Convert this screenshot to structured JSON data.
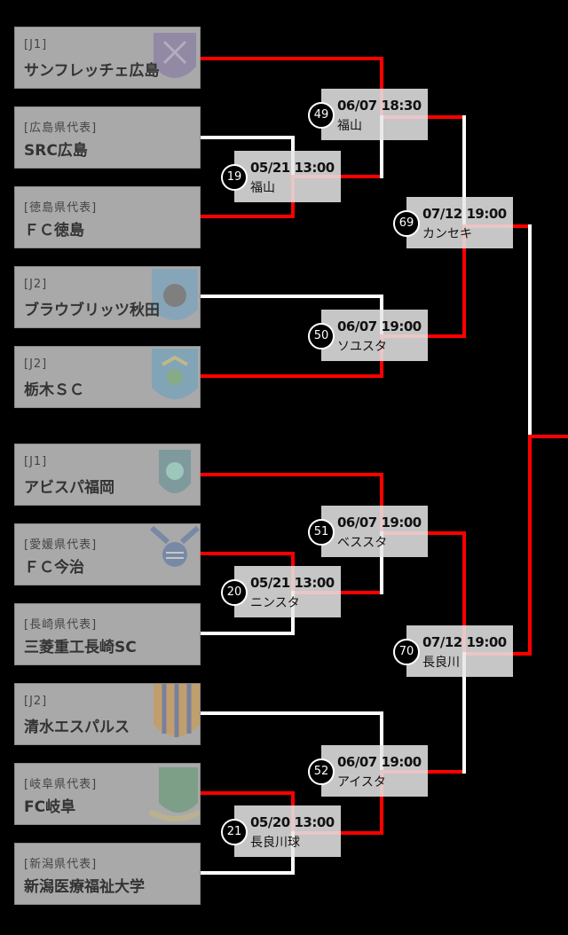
{
  "colors": {
    "winner_line": "#ff0000",
    "loser_line": "#ffffff",
    "background": "#000000"
  },
  "teams": [
    {
      "category": "[J1]",
      "name": "サンフレッチェ広島",
      "logo": "sanfrecce-logo"
    },
    {
      "category": "[広島県代表]",
      "name": "SRC広島"
    },
    {
      "category": "[徳島県代表]",
      "name": "ＦＣ徳島"
    },
    {
      "category": "[J2]",
      "name": "ブラウブリッツ秋田",
      "logo": "blaublitz-logo"
    },
    {
      "category": "[J2]",
      "name": "栃木ＳＣ",
      "logo": "tochigi-logo"
    },
    {
      "category": "[J1]",
      "name": "アビスパ福岡",
      "logo": "avispa-logo"
    },
    {
      "category": "[愛媛県代表]",
      "name": "ＦＣ今治",
      "logo": "imabari-logo"
    },
    {
      "category": "[長崎県代表]",
      "name": "三菱重工長崎SC"
    },
    {
      "category": "[J2]",
      "name": "清水エスパルス",
      "logo": "s-pulse-logo"
    },
    {
      "category": "[岐阜県代表]",
      "name": "FC岐阜",
      "logo": "fc-gifu-logo"
    },
    {
      "category": "[新潟県代表]",
      "name": "新潟医療福祉大学"
    }
  ],
  "matches": {
    "m19": {
      "no": "19",
      "datetime": "05/21 13:00",
      "venue": "福山"
    },
    "m49": {
      "no": "49",
      "datetime": "06/07 18:30",
      "venue": "福山"
    },
    "m50": {
      "no": "50",
      "datetime": "06/07 19:00",
      "venue": "ソユスタ"
    },
    "m69": {
      "no": "69",
      "datetime": "07/12 19:00",
      "venue": "カンセキ"
    },
    "m20": {
      "no": "20",
      "datetime": "05/21 13:00",
      "venue": "ニンスタ"
    },
    "m51": {
      "no": "51",
      "datetime": "06/07 19:00",
      "venue": "ベススタ"
    },
    "m21": {
      "no": "21",
      "datetime": "05/20 13:00",
      "venue": "長良川球"
    },
    "m52": {
      "no": "52",
      "datetime": "06/07 19:00",
      "venue": "アイスタ"
    },
    "m70": {
      "no": "70",
      "datetime": "07/12 19:00",
      "venue": "長良川"
    }
  }
}
